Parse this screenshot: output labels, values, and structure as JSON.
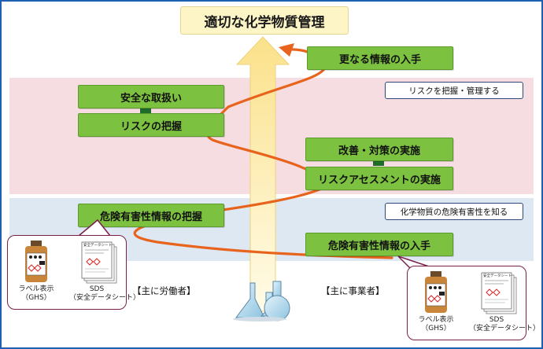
{
  "title": "適切な化学物質管理",
  "steps": {
    "further_info": "更なる情報の入手",
    "safe_handling": "安全な取扱い",
    "grasp_risk": "リスクの把握",
    "improvement": "改善・対策の実施",
    "risk_assessment": "リスクアセスメントの実施",
    "grasp_hazard": "危険有害性情報の把握",
    "obtain_hazard": "危険有害性情報の入手"
  },
  "tags": {
    "manage_risk": "リスクを把握・管理する",
    "know_hazard": "化学物質の危険有害性を知る"
  },
  "roles": {
    "worker": "【主に労働者】",
    "employer": "【主に事業者】"
  },
  "callout_left": {
    "label_line1": "ラベル表示",
    "label_line2": "（GHS）",
    "sds_line1": "SDS",
    "sds_line2": "（安全データシート）",
    "sheet_header": "安全データシート"
  },
  "callout_right": {
    "label_line1": "ラベル表示",
    "label_line2": "（GHS）",
    "sds_line1": "SDS",
    "sds_line2": "（安全データシート）",
    "sheet_header": "安全データシート"
  },
  "colors": {
    "step_green": "#7cc13f",
    "curve_orange": "#e8631c",
    "arrow_yellow": "#fbe79a",
    "band_pink": "#f6dde2",
    "band_blue": "#dde8f3",
    "frame_blue": "#1f5fb0",
    "callout_border": "#7a1f4a"
  },
  "icons": [
    "up-arrow-icon",
    "bottle-icon",
    "sds-sheet-icon",
    "flask-icon"
  ]
}
